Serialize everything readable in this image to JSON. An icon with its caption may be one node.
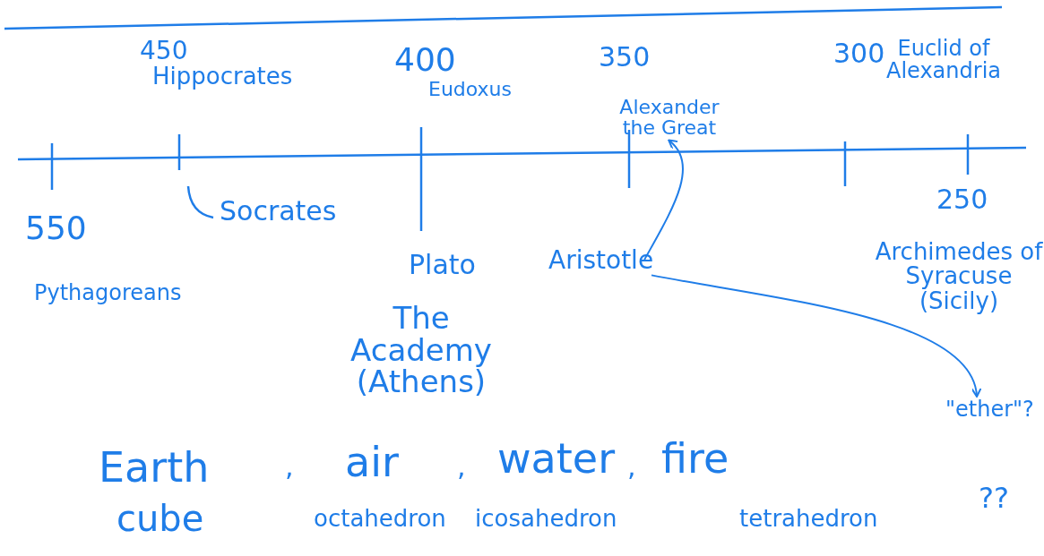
{
  "diagram": {
    "nodes": [
      {
        "text": [
          "Alexander the Great"
        ]
      },
      {
        "text": [
          "Aristotle"
        ]
      },
      {
        "text": [
          "\"ether\"?"
        ]
      }
    ],
    "edges": [
      {
        "from": 1,
        "to": 0,
        "arrow": "to"
      },
      {
        "from": 1,
        "to": 2,
        "arrow": "to"
      }
    ],
    "labels": [
      "450",
      "Hippocrates",
      "400",
      "Eudoxus",
      "350",
      "300",
      "Euclid of Alexandria",
      "250",
      "550",
      "Socrates",
      "Plato",
      "Archimedes of Syracuse (Sicily)",
      "Pythagoreans",
      "The Academy (Athens)",
      "Earth",
      ",",
      "air",
      ",",
      "water",
      ",",
      "fire",
      "cube",
      "octahedron",
      "icosahedron",
      "tetrahedron",
      "??"
    ]
  }
}
